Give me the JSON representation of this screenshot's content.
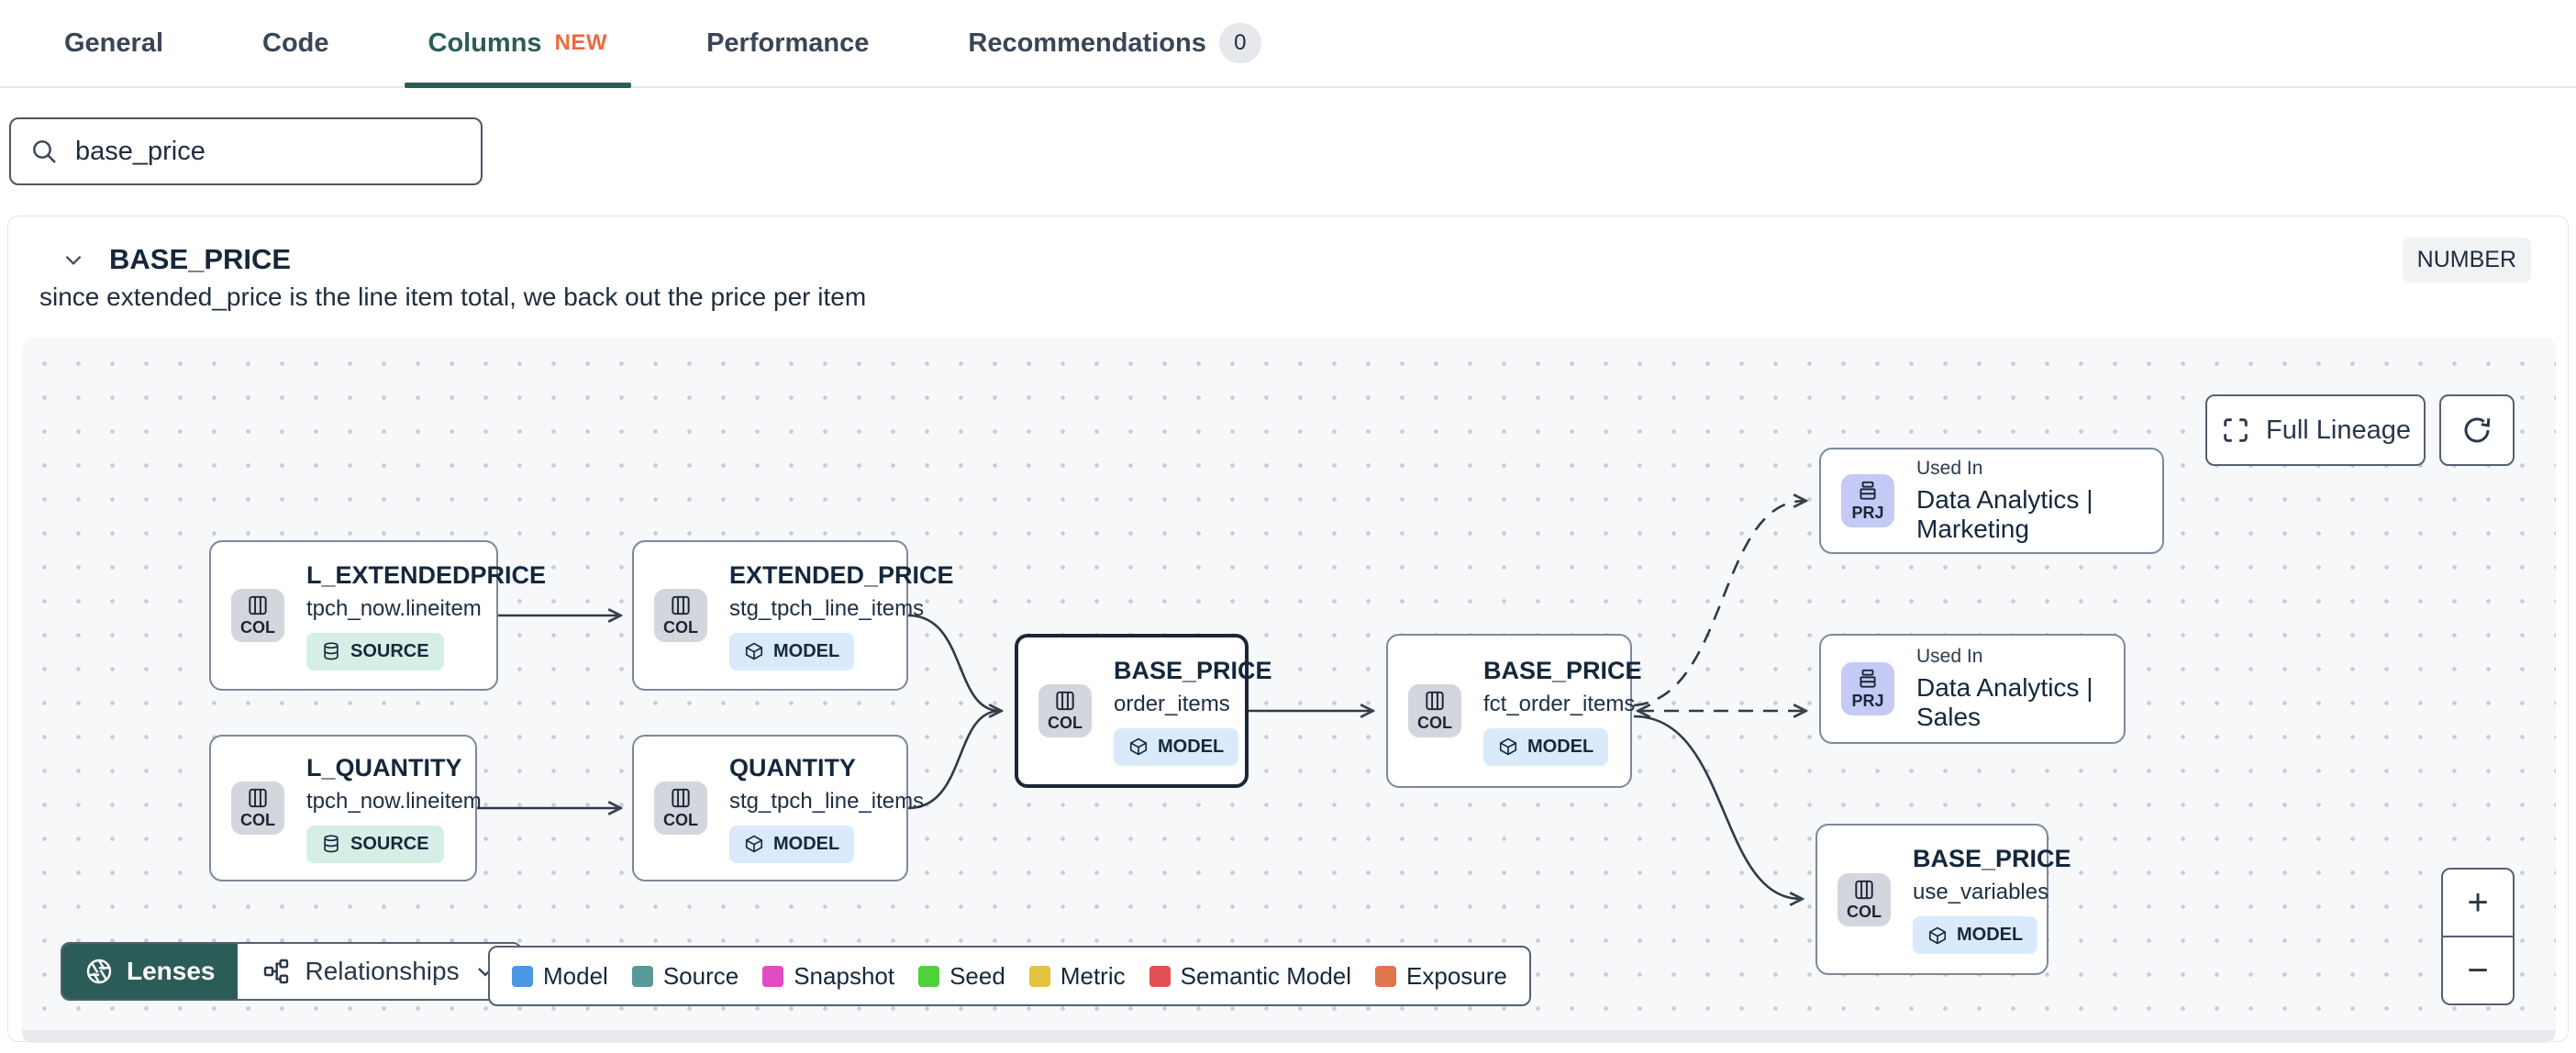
{
  "colors": {
    "accent_teal": "#2c5c58",
    "new_badge_orange": "#ed6a3f"
  },
  "tabs": {
    "items": [
      {
        "label": "General"
      },
      {
        "label": "Code"
      },
      {
        "label": "Columns",
        "badge": "NEW"
      },
      {
        "label": "Performance"
      },
      {
        "label": "Recommendations",
        "count": "0"
      }
    ]
  },
  "search": {
    "value": "base_price"
  },
  "column": {
    "name": "BASE_PRICE",
    "type": "NUMBER",
    "description": "since extended_price is the line item total, we back out the price per item"
  },
  "lineage": {
    "full_lineage_label": "Full Lineage",
    "nodes": {
      "l_extendedprice": {
        "chip": "COL",
        "title": "L_EXTENDEDPRICE",
        "subtitle": "tpch_now.lineitem",
        "badge": "SOURCE"
      },
      "l_quantity": {
        "chip": "COL",
        "title": "L_QUANTITY",
        "subtitle": "tpch_now.lineitem",
        "badge": "SOURCE"
      },
      "extended_price": {
        "chip": "COL",
        "title": "EXTENDED_PRICE",
        "subtitle": "stg_tpch_line_items",
        "badge": "MODEL"
      },
      "quantity": {
        "chip": "COL",
        "title": "QUANTITY",
        "subtitle": "stg_tpch_line_items",
        "badge": "MODEL"
      },
      "base_price_order_items": {
        "chip": "COL",
        "title": "BASE_PRICE",
        "subtitle": "order_items",
        "badge": "MODEL"
      },
      "base_price_fct_order_items": {
        "chip": "COL",
        "title": "BASE_PRICE",
        "subtitle": "fct_order_items",
        "badge": "MODEL"
      },
      "used_in_marketing": {
        "chip": "PRJ",
        "label": "Used In",
        "title": "Data Analytics | Marketing"
      },
      "used_in_sales": {
        "chip": "PRJ",
        "label": "Used In",
        "title": "Data Analytics | Sales"
      },
      "base_price_use_variables": {
        "chip": "COL",
        "title": "BASE_PRICE",
        "subtitle": "use_variables",
        "badge": "MODEL"
      }
    },
    "footer": {
      "lenses": "Lenses",
      "relationships": "Relationships"
    },
    "legend": {
      "items": [
        {
          "label": "Model",
          "color": "#4a97e2"
        },
        {
          "label": "Source",
          "color": "#579a98"
        },
        {
          "label": "Snapshot",
          "color": "#e14cc2"
        },
        {
          "label": "Seed",
          "color": "#4fd13a"
        },
        {
          "label": "Metric",
          "color": "#e3c23e"
        },
        {
          "label": "Semantic Model",
          "color": "#e25056"
        },
        {
          "label": "Exposure",
          "color": "#e0764b"
        }
      ]
    },
    "zoom_controls": {
      "zoom_in": "+",
      "zoom_out": "−"
    }
  }
}
